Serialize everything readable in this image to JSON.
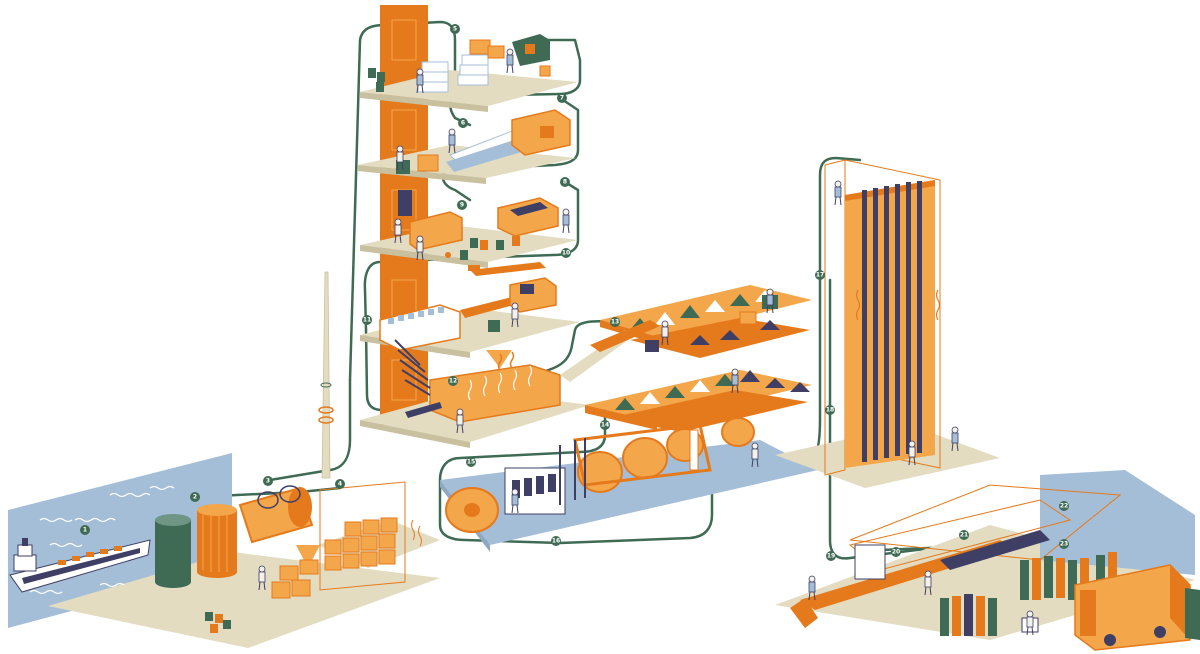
{
  "colors": {
    "orange": "#e47a1c",
    "light_orange": "#f4a64a",
    "beige": "#e3dcc0",
    "blue": "#a4bed8",
    "green": "#3f6b55",
    "navy": "#3f3f66",
    "white": "#ffffff",
    "figure": "#f3f1ea"
  },
  "steps": [
    {
      "n": "1"
    },
    {
      "n": "2"
    },
    {
      "n": "3"
    },
    {
      "n": "4"
    },
    {
      "n": "5"
    },
    {
      "n": "6"
    },
    {
      "n": "7"
    },
    {
      "n": "8"
    },
    {
      "n": "9"
    },
    {
      "n": "10"
    },
    {
      "n": "11"
    },
    {
      "n": "12"
    },
    {
      "n": "13"
    },
    {
      "n": "14"
    },
    {
      "n": "15"
    },
    {
      "n": "16"
    },
    {
      "n": "17"
    },
    {
      "n": "18"
    },
    {
      "n": "19"
    },
    {
      "n": "20"
    },
    {
      "n": "21"
    },
    {
      "n": "22"
    },
    {
      "n": "23"
    }
  ]
}
